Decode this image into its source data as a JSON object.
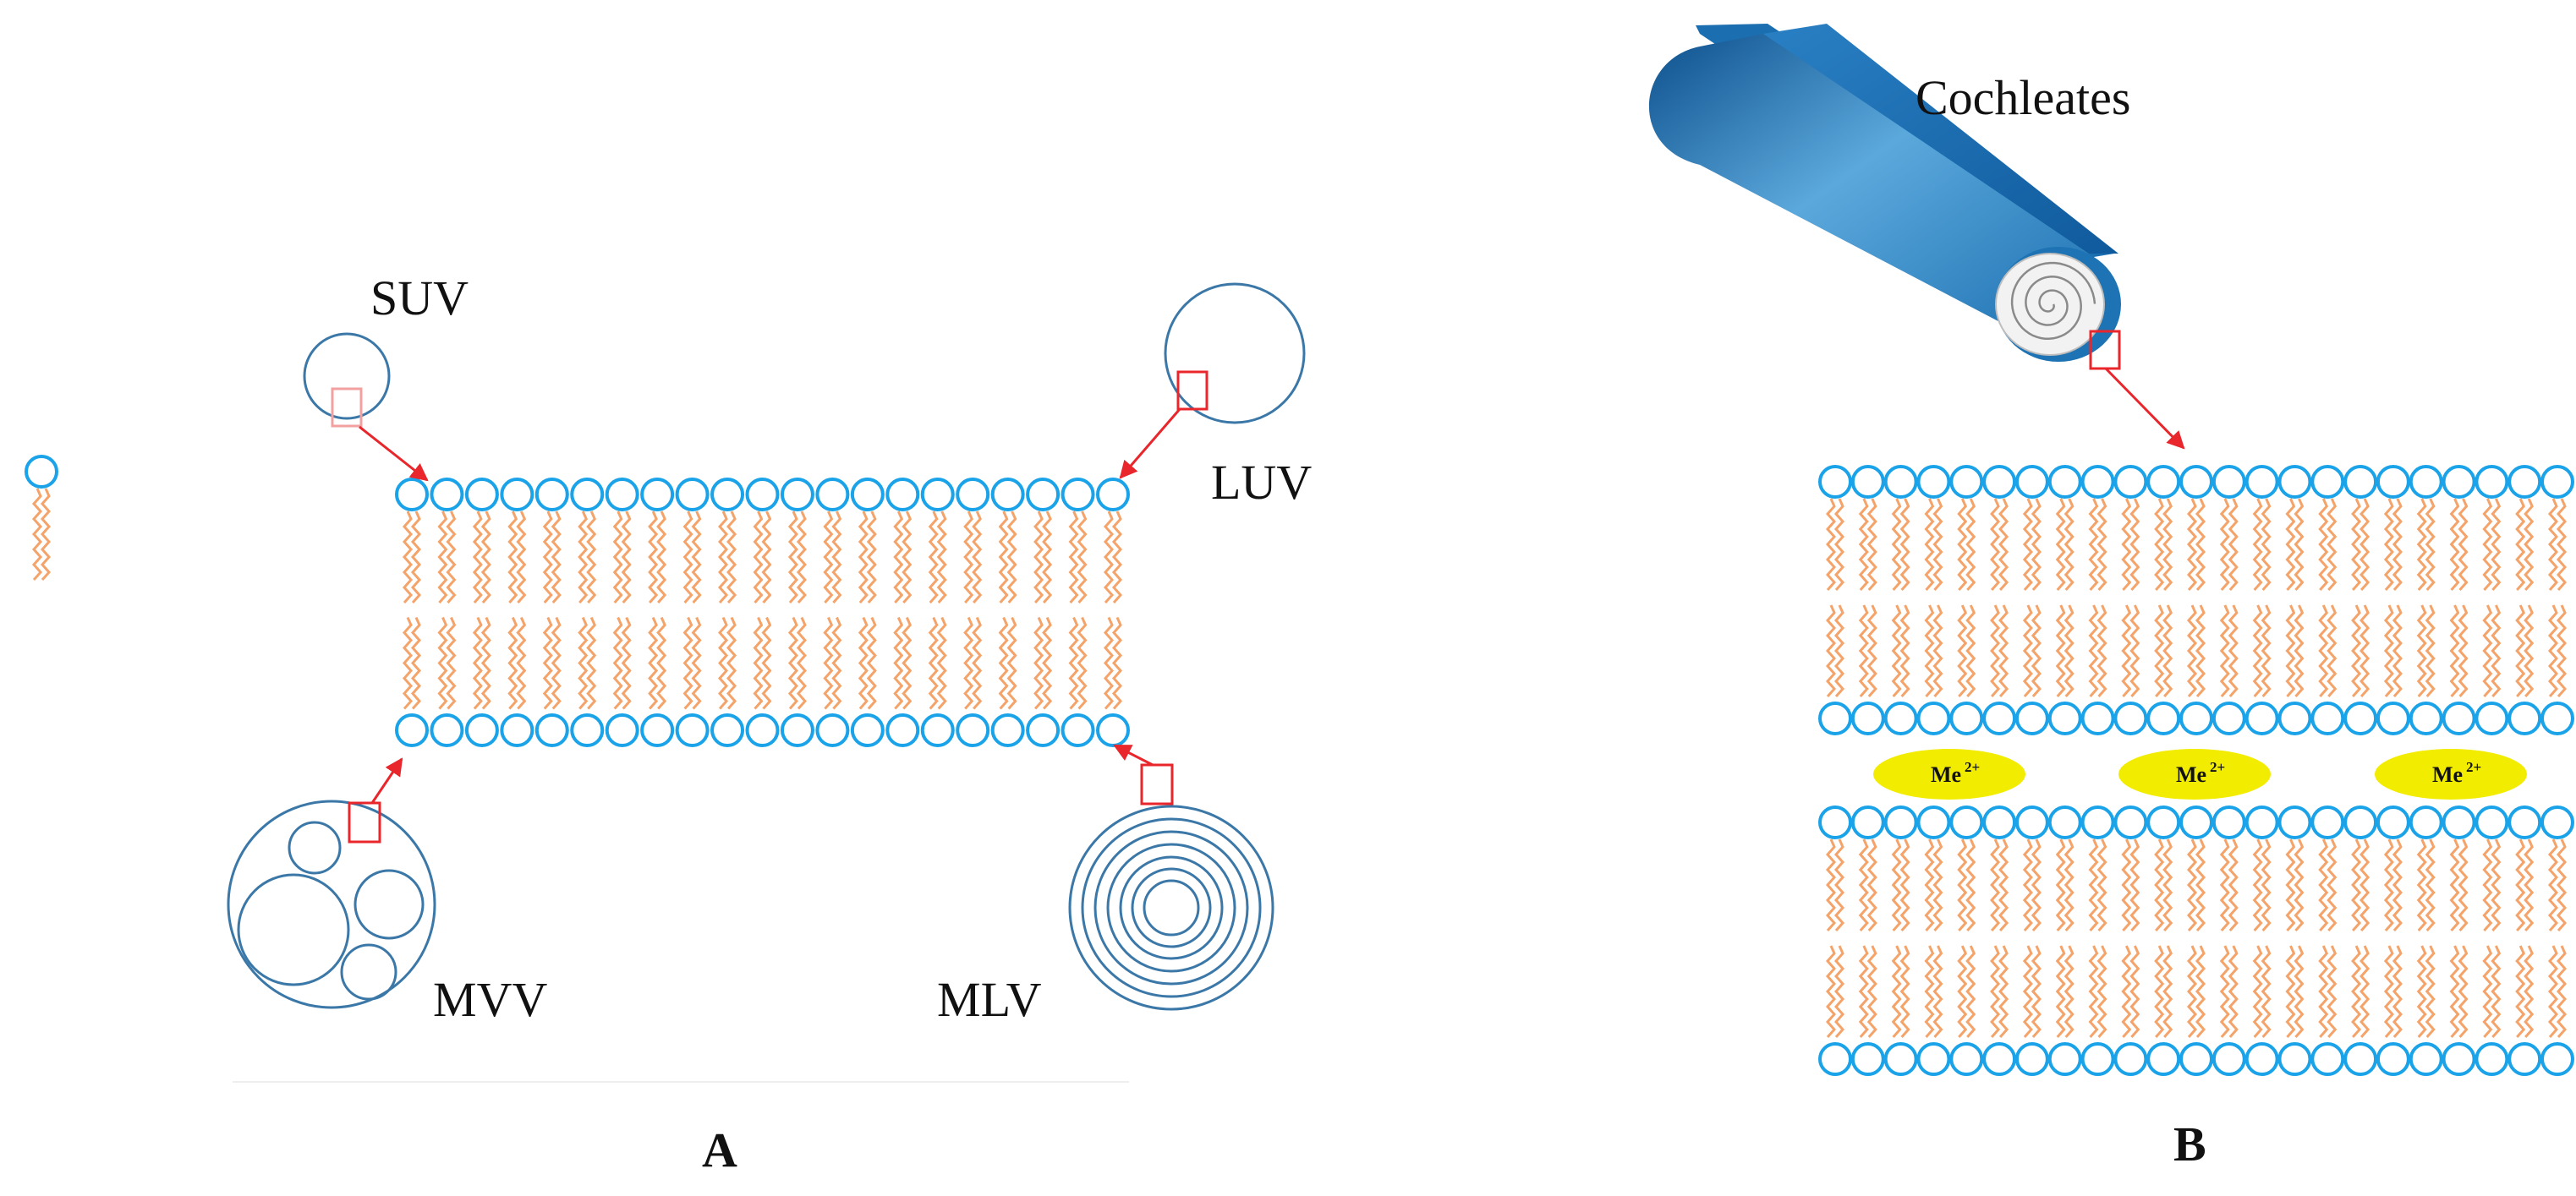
{
  "labels": {
    "suv": "SUV",
    "luv": "LUV",
    "mvv": "MVV",
    "mlv": "MLV",
    "cochleates": "Cochleates",
    "panel_a": "A",
    "panel_b": "B"
  },
  "ion": {
    "symbol": "Me",
    "charge": "2+",
    "count": 3
  },
  "colors": {
    "head": "#1aa3e8",
    "tail": "#f4a46a",
    "vesicle": "#3b78a8",
    "marker": "#e8262b",
    "ion_fill": "#f2ec00",
    "cochleate": "#1d73b3"
  }
}
